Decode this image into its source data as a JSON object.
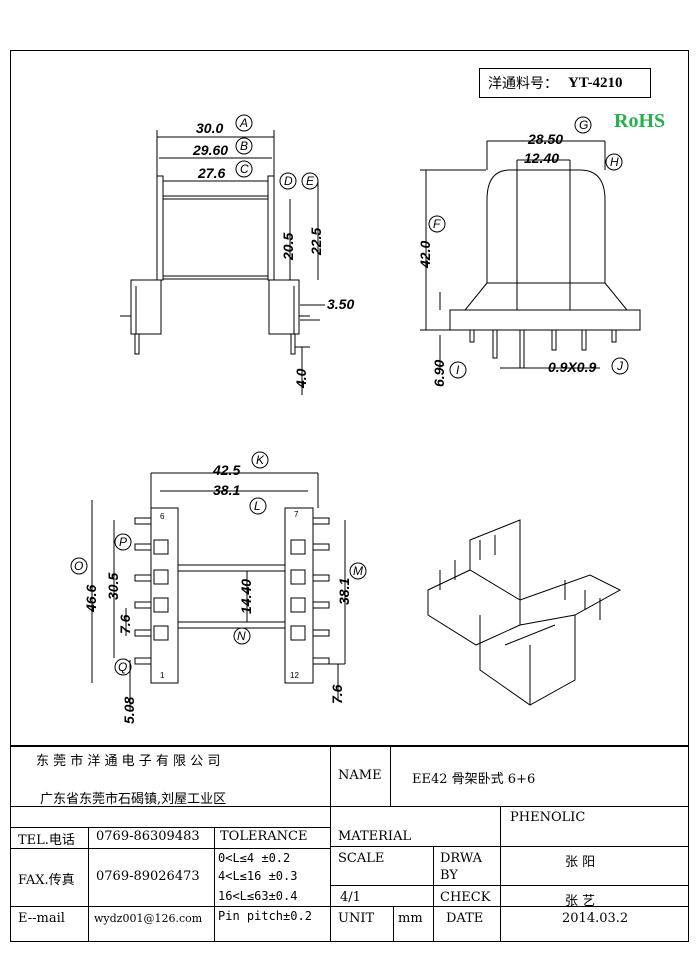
{
  "part_number_label": "洋通料号：",
  "part_number": "YT-4210",
  "rohs": "RoHS",
  "dimensions": {
    "A": "30.0",
    "B": "29.60",
    "C": "27.6",
    "v205": "20.5",
    "v225": "22.5",
    "v350": "3.50",
    "v40": "4.0",
    "G": "28.50",
    "H": "12.40",
    "F": "42.0",
    "I": "6.90",
    "J": "0.9X0.9",
    "K": "42.5",
    "L": "38.1",
    "O": "46.6",
    "P": "30.5",
    "v76a": "7.6",
    "v1440": "14.40",
    "M": "38.1",
    "v76b": "7.6",
    "v508": "5.08"
  },
  "markers": [
    "A",
    "B",
    "C",
    "D",
    "E",
    "F",
    "G",
    "H",
    "I",
    "J",
    "K",
    "L",
    "M",
    "N",
    "O",
    "P",
    "Q"
  ],
  "pin_numbers": [
    "6",
    "7",
    "1",
    "12"
  ],
  "title_block": {
    "company": "东 莞 市 洋 通 电 子 有 限 公 司",
    "address": "广东省东莞市石碣镇,刘屋工业区",
    "name_label": "NAME",
    "name_value": "EE42 骨架卧式 6+6",
    "tel_label": "TEL.电话",
    "tel_value": "0769-86309483",
    "tolerance_label": "TOLERANCE",
    "material_label": "MATERIAL",
    "material_value": "PHENOLIC",
    "fax_label": "FAX.传真",
    "fax_value": "0769-89026473",
    "tol1": "0<L≤4   ±0.2",
    "tol2": "4<L≤16  ±0.3",
    "tol3": "16<L≤63±0.4",
    "tol4": "Pin pitch±0.2",
    "scale_label": "SCALE",
    "scale_value": "4/1",
    "drawn_label": "DRWA\nBY",
    "drawn_label_1": "DRWA",
    "drawn_label_2": "BY",
    "drawn_value": "张  阳",
    "check_label": "CHECK",
    "check_value": "张  艺",
    "email_label": "E--mail",
    "email_value": "wydz001@126.com",
    "unit_label": "UNIT",
    "unit_value": "mm",
    "date_label": "DATE",
    "date_value": "2014.03.2"
  }
}
